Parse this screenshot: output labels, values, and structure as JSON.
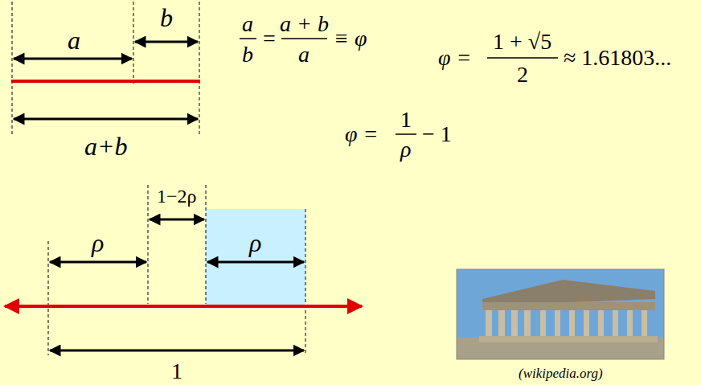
{
  "diagram": {
    "labels": [
      "a",
      "b",
      "a+b",
      "a",
      "b",
      "=",
      "a + b",
      "a",
      "≡ φ",
      "φ =",
      "1 + √5",
      "2",
      "≈ 1.61803...",
      "φ =",
      "1",
      "ρ",
      "− 1",
      "ρ",
      "1−2ρ",
      "ρ",
      "1",
      "(wikipedia.org)"
    ]
  }
}
